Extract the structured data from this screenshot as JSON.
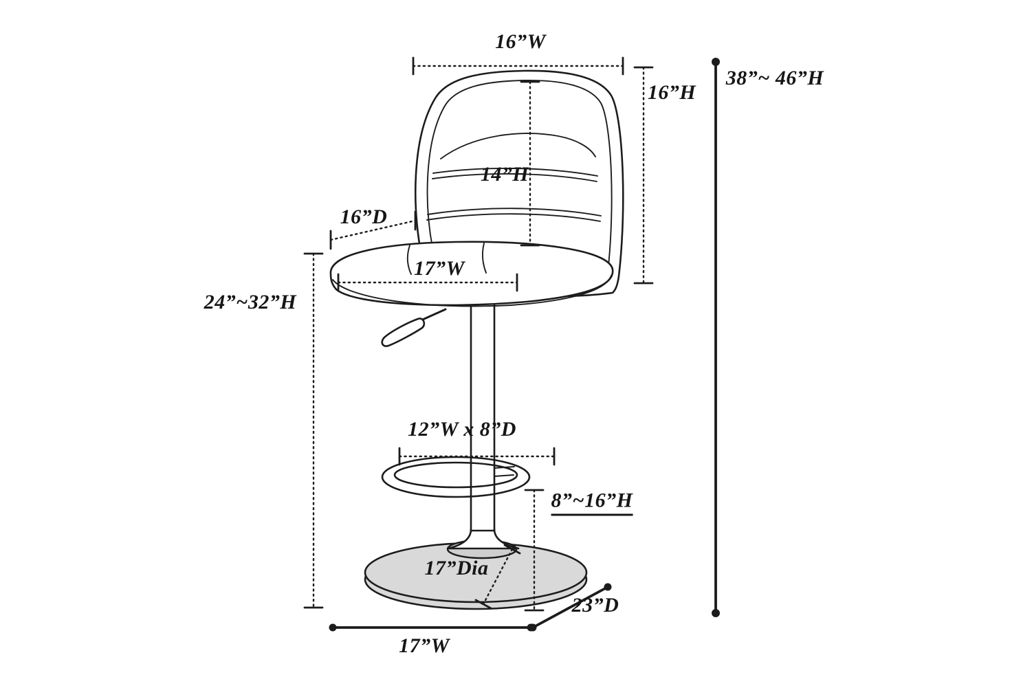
{
  "diagram": {
    "subject": "adjustable swivel bar stool dimension drawing",
    "colors": {
      "line": "#1c1c1c",
      "base_fill": "#d9d9d9",
      "background": "#ffffff"
    },
    "labels": {
      "top_width": "16”W",
      "backrest_height": "16”H",
      "overall_height_range": "38”~ 46”H",
      "back_cushion_height": "14”H",
      "seat_depth": "16”D",
      "seat_width": "17”W",
      "seat_height_range": "24”~32”H",
      "footrest_size": "12”W x 8”D",
      "footrest_height_range": "8”~16”H",
      "base_diameter": "17”Dia",
      "base_depth": "23”D",
      "base_width": "17”W"
    }
  }
}
